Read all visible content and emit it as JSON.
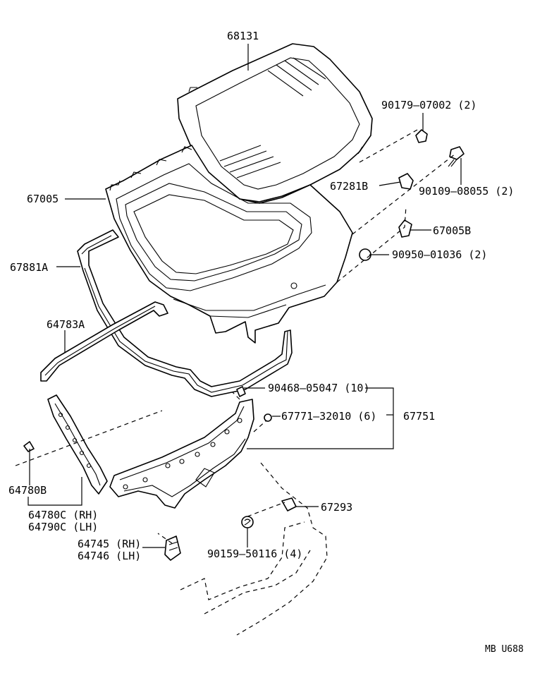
{
  "diagram": {
    "code": "MB U688",
    "callouts": {
      "p68131": "68131",
      "p90179": "90179–07002 (2)",
      "p67005": "67005",
      "p67281B": "67281B",
      "p90109": "90109–08055 (2)",
      "p67881A": "67881A",
      "p67005B": "67005B",
      "p90950": "90950–01036 (2)",
      "p64783A": "64783A",
      "p90468": "90468–05047 (10)",
      "p67771": "67771–32010 (6)",
      "p67751": "67751",
      "p64780B": "64780B",
      "p64780C": "64780C (RH)",
      "p64790C": "64790C (LH)",
      "p67293": "67293",
      "p64745": "64745 (RH)",
      "p64746": "64746 (LH)",
      "p90159": "90159–50116 (4)"
    }
  }
}
